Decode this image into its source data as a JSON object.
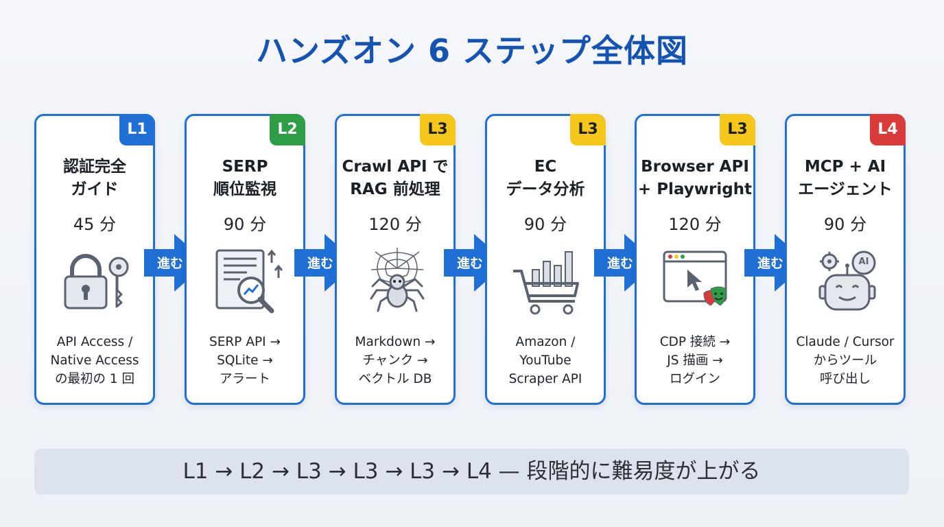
{
  "title": "ハンズオン 6 ステップ全体図",
  "arrow_label": "進む",
  "steps": [
    {
      "badge": "L1",
      "badge_color": "#1f6fd6",
      "badge_text_color": "#ffffff",
      "title": "認証完全\nガイド",
      "duration": "45 分",
      "icon": "lock-key-icon",
      "desc": "API Access /\nNative Access\nの最初の 1 回"
    },
    {
      "badge": "L2",
      "badge_color": "#2e9d45",
      "badge_text_color": "#ffffff",
      "title": "SERP\n順位監視",
      "duration": "90 分",
      "icon": "search-report-icon",
      "desc": "SERP API →\nSQLite →\nアラート"
    },
    {
      "badge": "L3",
      "badge_color": "#f5c71a",
      "badge_text_color": "#1b1f27",
      "title": "Crawl API で\nRAG 前処理",
      "duration": "120 分",
      "icon": "spider-icon",
      "desc": "Markdown →\nチャンク →\nベクトル DB"
    },
    {
      "badge": "L3",
      "badge_color": "#f5c71a",
      "badge_text_color": "#1b1f27",
      "title": "EC\nデータ分析",
      "duration": "90 分",
      "icon": "shopping-cart-chart-icon",
      "desc": "Amazon /\nYouTube\nScraper API"
    },
    {
      "badge": "L3",
      "badge_color": "#f5c71a",
      "badge_text_color": "#1b1f27",
      "title": "Browser API\n+ Playwright",
      "duration": "120 分",
      "icon": "browser-cursor-icon",
      "desc": "CDP 接続 →\nJS 描画 →\nログイン"
    },
    {
      "badge": "L4",
      "badge_color": "#d93a3a",
      "badge_text_color": "#ffffff",
      "title": "MCP + AI\nエージェント",
      "duration": "90 分",
      "icon": "ai-robot-icon",
      "desc": "Claude / Cursor\nからツール\n呼び出し"
    }
  ],
  "footer": "L1 → L2 → L3 → L3 → L3 → L4 — 段階的に難易度が上がる",
  "colors": {
    "primary": "#1f6fd6",
    "title": "#1553b3"
  }
}
